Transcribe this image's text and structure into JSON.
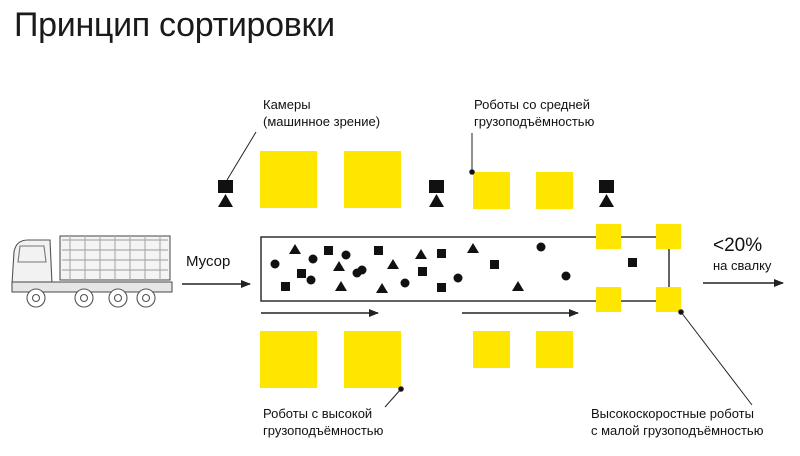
{
  "title": "Принцип сортировки",
  "labels": {
    "cameras": [
      "Камеры",
      "(машинное зрение)"
    ],
    "medium_robots": [
      "Роботы со средней",
      "грузоподъёмностью"
    ],
    "heavy_robots": [
      "Роботы с высокой",
      "грузоподъёмностью"
    ],
    "fast_robots": [
      "Высокоскоростные роботы",
      "с малой грузоподъёмностью"
    ],
    "garbage": "Мусор",
    "output_pct": "<20%",
    "output_dest": "на свалку"
  },
  "colors": {
    "robot_yellow": "#FFE600",
    "ink": "#111111",
    "line": "#222222"
  },
  "icons": {
    "truck": "dump-truck-icon",
    "camera": "camera-icon"
  }
}
